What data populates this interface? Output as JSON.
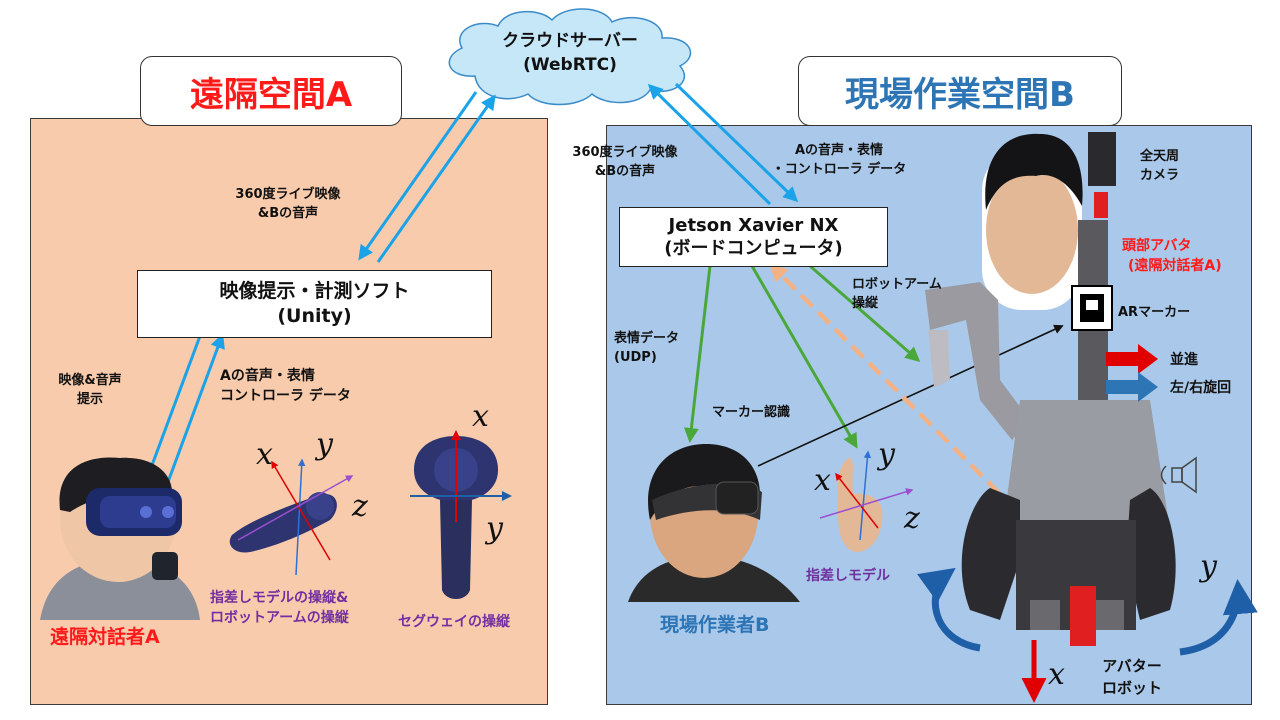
{
  "cloud": {
    "line1": "クラウドサーバー",
    "line2": "(WebRTC)"
  },
  "left": {
    "title": "遠隔空間A",
    "stream_label": {
      "line1": "360度ライブ映像",
      "line2": "&Bの音声"
    },
    "software": {
      "line1": "映像提示・計測ソフト",
      "line2": "(Unity)"
    },
    "present_label": {
      "line1": "映像&音声",
      "line2": "提示"
    },
    "send_label": {
      "line1": "Aの音声・表情",
      "line2": "コントローラ データ"
    },
    "controller1_caption": {
      "line1": "指差しモデルの操縦&",
      "line2": "ロボットアームの操縦"
    },
    "controller2_caption": "セグウェイの操縦",
    "operator_name": "遠隔対話者A",
    "axes1": {
      "x": "x",
      "y": "y",
      "z": "z"
    },
    "axes2": {
      "x": "x",
      "y": "y"
    }
  },
  "right": {
    "title": "現場作業空間B",
    "stream_label": {
      "line1": "360度ライブ映像",
      "line2": "&Bの音声"
    },
    "receive_label": {
      "line1": "Aの音声・表情",
      "line2": "・コントローラ データ"
    },
    "computer": {
      "line1": "Jetson Xavier NX",
      "line2": "(ボードコンピュータ)"
    },
    "camera_label": {
      "line1": "全天周",
      "line2": "カメラ"
    },
    "head_avatar": {
      "line1": "頭部アバタ",
      "line2": "(遠隔対話者A)"
    },
    "arm_label": {
      "line1": "ロボットアーム",
      "line2": "操縦"
    },
    "face_data": {
      "line1": "表情データ",
      "line2": "(UDP)"
    },
    "marker_label": "ARマーカー",
    "marker_recog": "マーカー認識",
    "legend_forward": "並進",
    "legend_rotate": "左/右旋回",
    "pointing_model": "指差しモデル",
    "worker_name": "現場作業者B",
    "robot_name": {
      "line1": "アバター",
      "line2": "ロボット"
    },
    "axes_hand": {
      "x": "x",
      "y": "y",
      "z": "z"
    },
    "axes_robot": {
      "x": "x",
      "y": "y"
    }
  }
}
